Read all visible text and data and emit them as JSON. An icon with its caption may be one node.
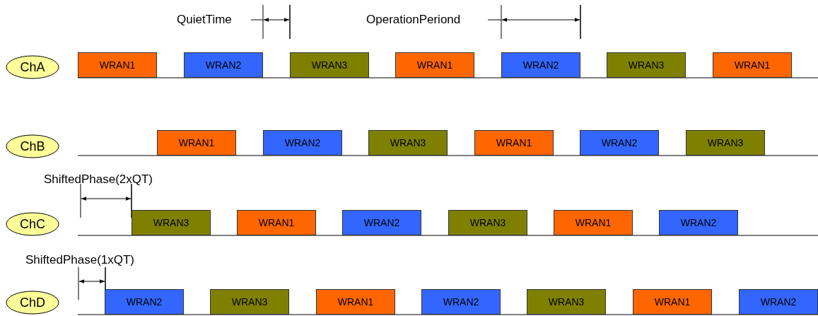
{
  "diagram": {
    "nodes": [
      {
        "text": [
          "ChA"
        ]
      },
      {
        "text": [
          "WRAN1"
        ]
      },
      {
        "text": [
          "WRAN2"
        ]
      },
      {
        "text": [
          "WRAN3"
        ]
      },
      {
        "text": [
          "WRAN1"
        ]
      },
      {
        "text": [
          "WRAN2"
        ]
      },
      {
        "text": [
          "WRAN3"
        ]
      },
      {
        "text": [
          "WRAN1"
        ]
      },
      {
        "text": [
          "ChB"
        ]
      },
      {
        "text": [
          "WRAN1"
        ]
      },
      {
        "text": [
          "WRAN2"
        ]
      },
      {
        "text": [
          "WRAN3"
        ]
      },
      {
        "text": [
          "WRAN1"
        ]
      },
      {
        "text": [
          "WRAN2"
        ]
      },
      {
        "text": [
          "WRAN3"
        ]
      },
      {
        "text": [
          "ChC"
        ]
      },
      {
        "text": [
          "WRAN3"
        ]
      },
      {
        "text": [
          "WRAN1"
        ]
      },
      {
        "text": [
          "WRAN2"
        ]
      },
      {
        "text": [
          "WRAN3"
        ]
      },
      {
        "text": [
          "WRAN1"
        ]
      },
      {
        "text": [
          "WRAN2"
        ]
      },
      {
        "text": [
          "ChD"
        ]
      },
      {
        "text": [
          "WRAN2"
        ]
      },
      {
        "text": [
          "WRAN3"
        ]
      },
      {
        "text": [
          "WRAN1"
        ]
      },
      {
        "text": [
          "WRAN2"
        ]
      },
      {
        "text": [
          "WRAN3"
        ]
      },
      {
        "text": [
          "WRAN1"
        ]
      },
      {
        "text": [
          "WRAN2"
        ]
      }
    ],
    "labels": [
      "QuietTime",
      "OperationPeriond",
      "ShiftedPhase(2xQT)",
      "ShiftedPhase(1xQT)"
    ]
  }
}
